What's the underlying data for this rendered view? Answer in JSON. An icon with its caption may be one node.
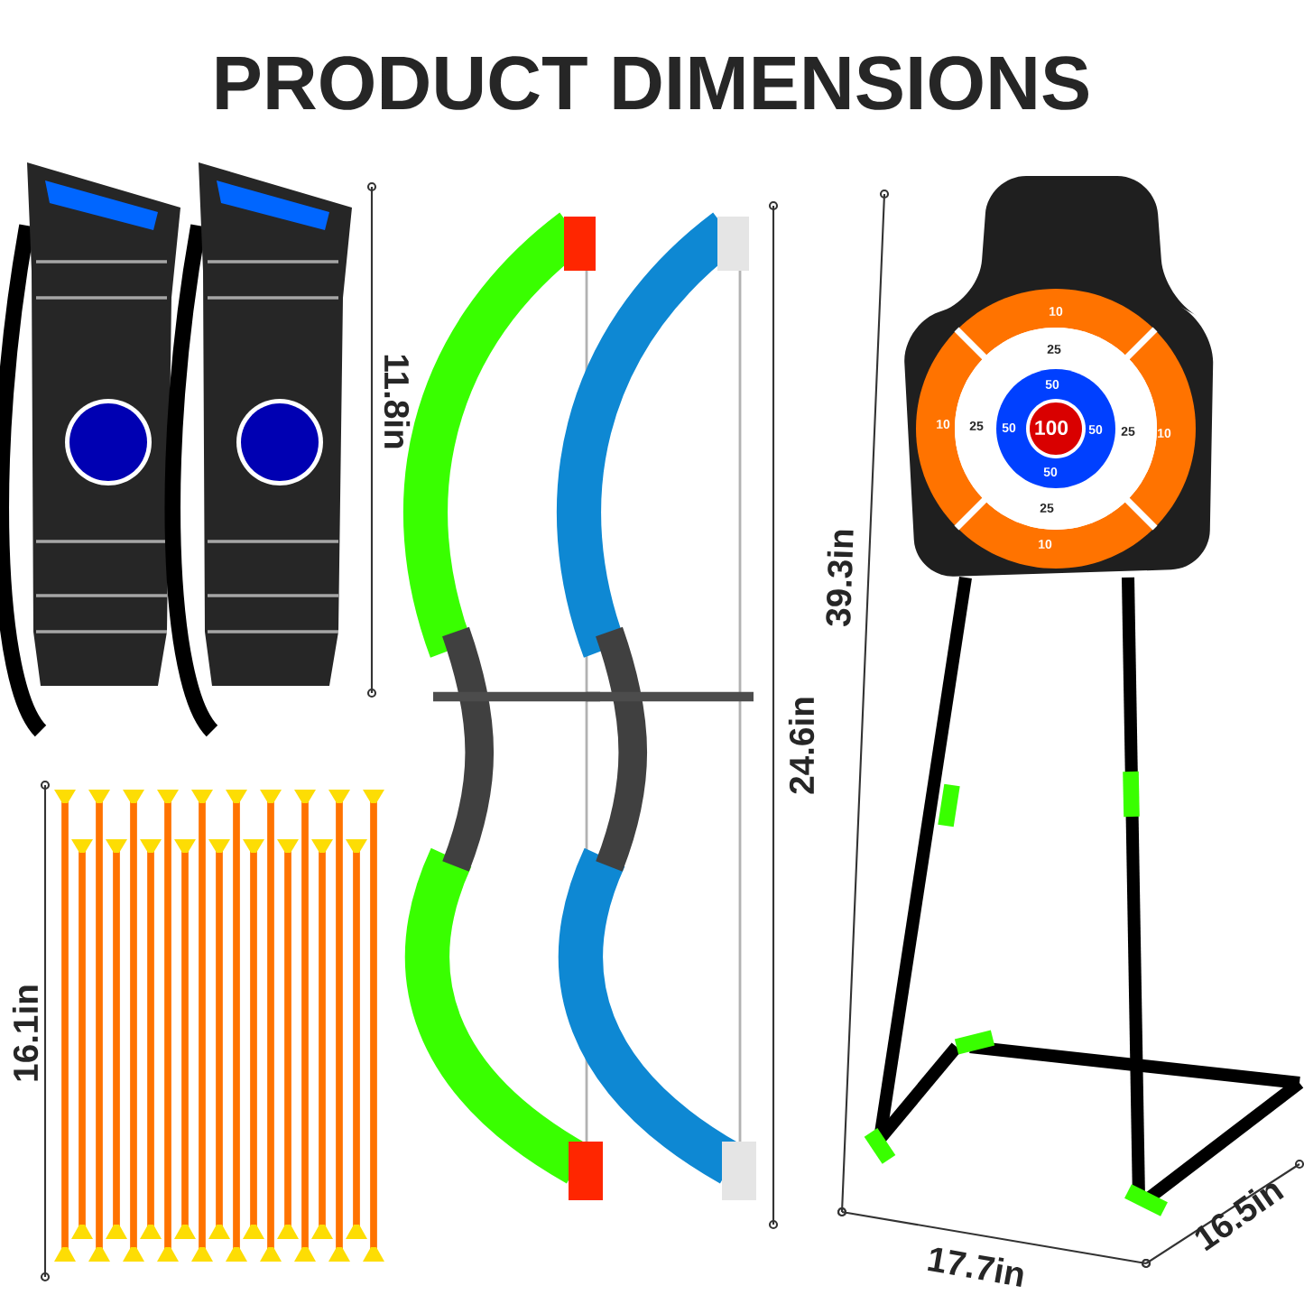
{
  "diagram": {
    "title": "PRODUCT DIMENSIONS",
    "labels": [
      "11.8in",
      "24.6in",
      "39.3in",
      "10",
      "25",
      "50",
      "10",
      "25",
      "50",
      "100",
      "50",
      "25",
      "10",
      "50",
      "25",
      "10",
      "16.1in",
      "17.7in",
      "16.5in"
    ]
  }
}
